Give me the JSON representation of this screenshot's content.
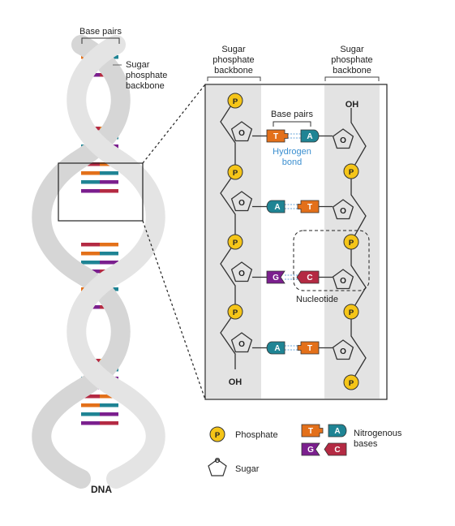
{
  "dna": {
    "label": "DNA",
    "base_pairs_label": "Base pairs",
    "backbone_label_lines": [
      "Sugar",
      "phosphate",
      "backbone"
    ]
  },
  "detail": {
    "left_backbone_label_lines": [
      "Sugar",
      "phosphate",
      "backbone"
    ],
    "right_backbone_label_lines": [
      "Sugar",
      "phosphate",
      "backbone"
    ],
    "base_pairs_label": "Base pairs",
    "hydrogen_bond_lines": [
      "Hydrogen",
      "bond"
    ],
    "nucleotide_label": "Nucleotide",
    "top_end_label": "OH",
    "bottom_end_label": "OH",
    "phosphate_letter": "P",
    "sugar_letter": "O",
    "pairs": [
      {
        "left": "T",
        "right": "A"
      },
      {
        "left": "A",
        "right": "T"
      },
      {
        "left": "G",
        "right": "C"
      },
      {
        "left": "A",
        "right": "T"
      }
    ]
  },
  "legend": {
    "phosphate": "Phosphate",
    "sugar": "Sugar",
    "bases_lines": [
      "Nitrogenous",
      "bases"
    ],
    "base_letters": [
      "T",
      "A",
      "G",
      "C"
    ]
  },
  "colors": {
    "T": "#e3701a",
    "A": "#1f8494",
    "G": "#7b1f8e",
    "C": "#b42a43",
    "phosphate_fill": "#f5c518",
    "backbone_band": "#e3e3e3",
    "hydrogen_bond_text": "#3b8fd0",
    "helix": "#d8d8d8"
  }
}
